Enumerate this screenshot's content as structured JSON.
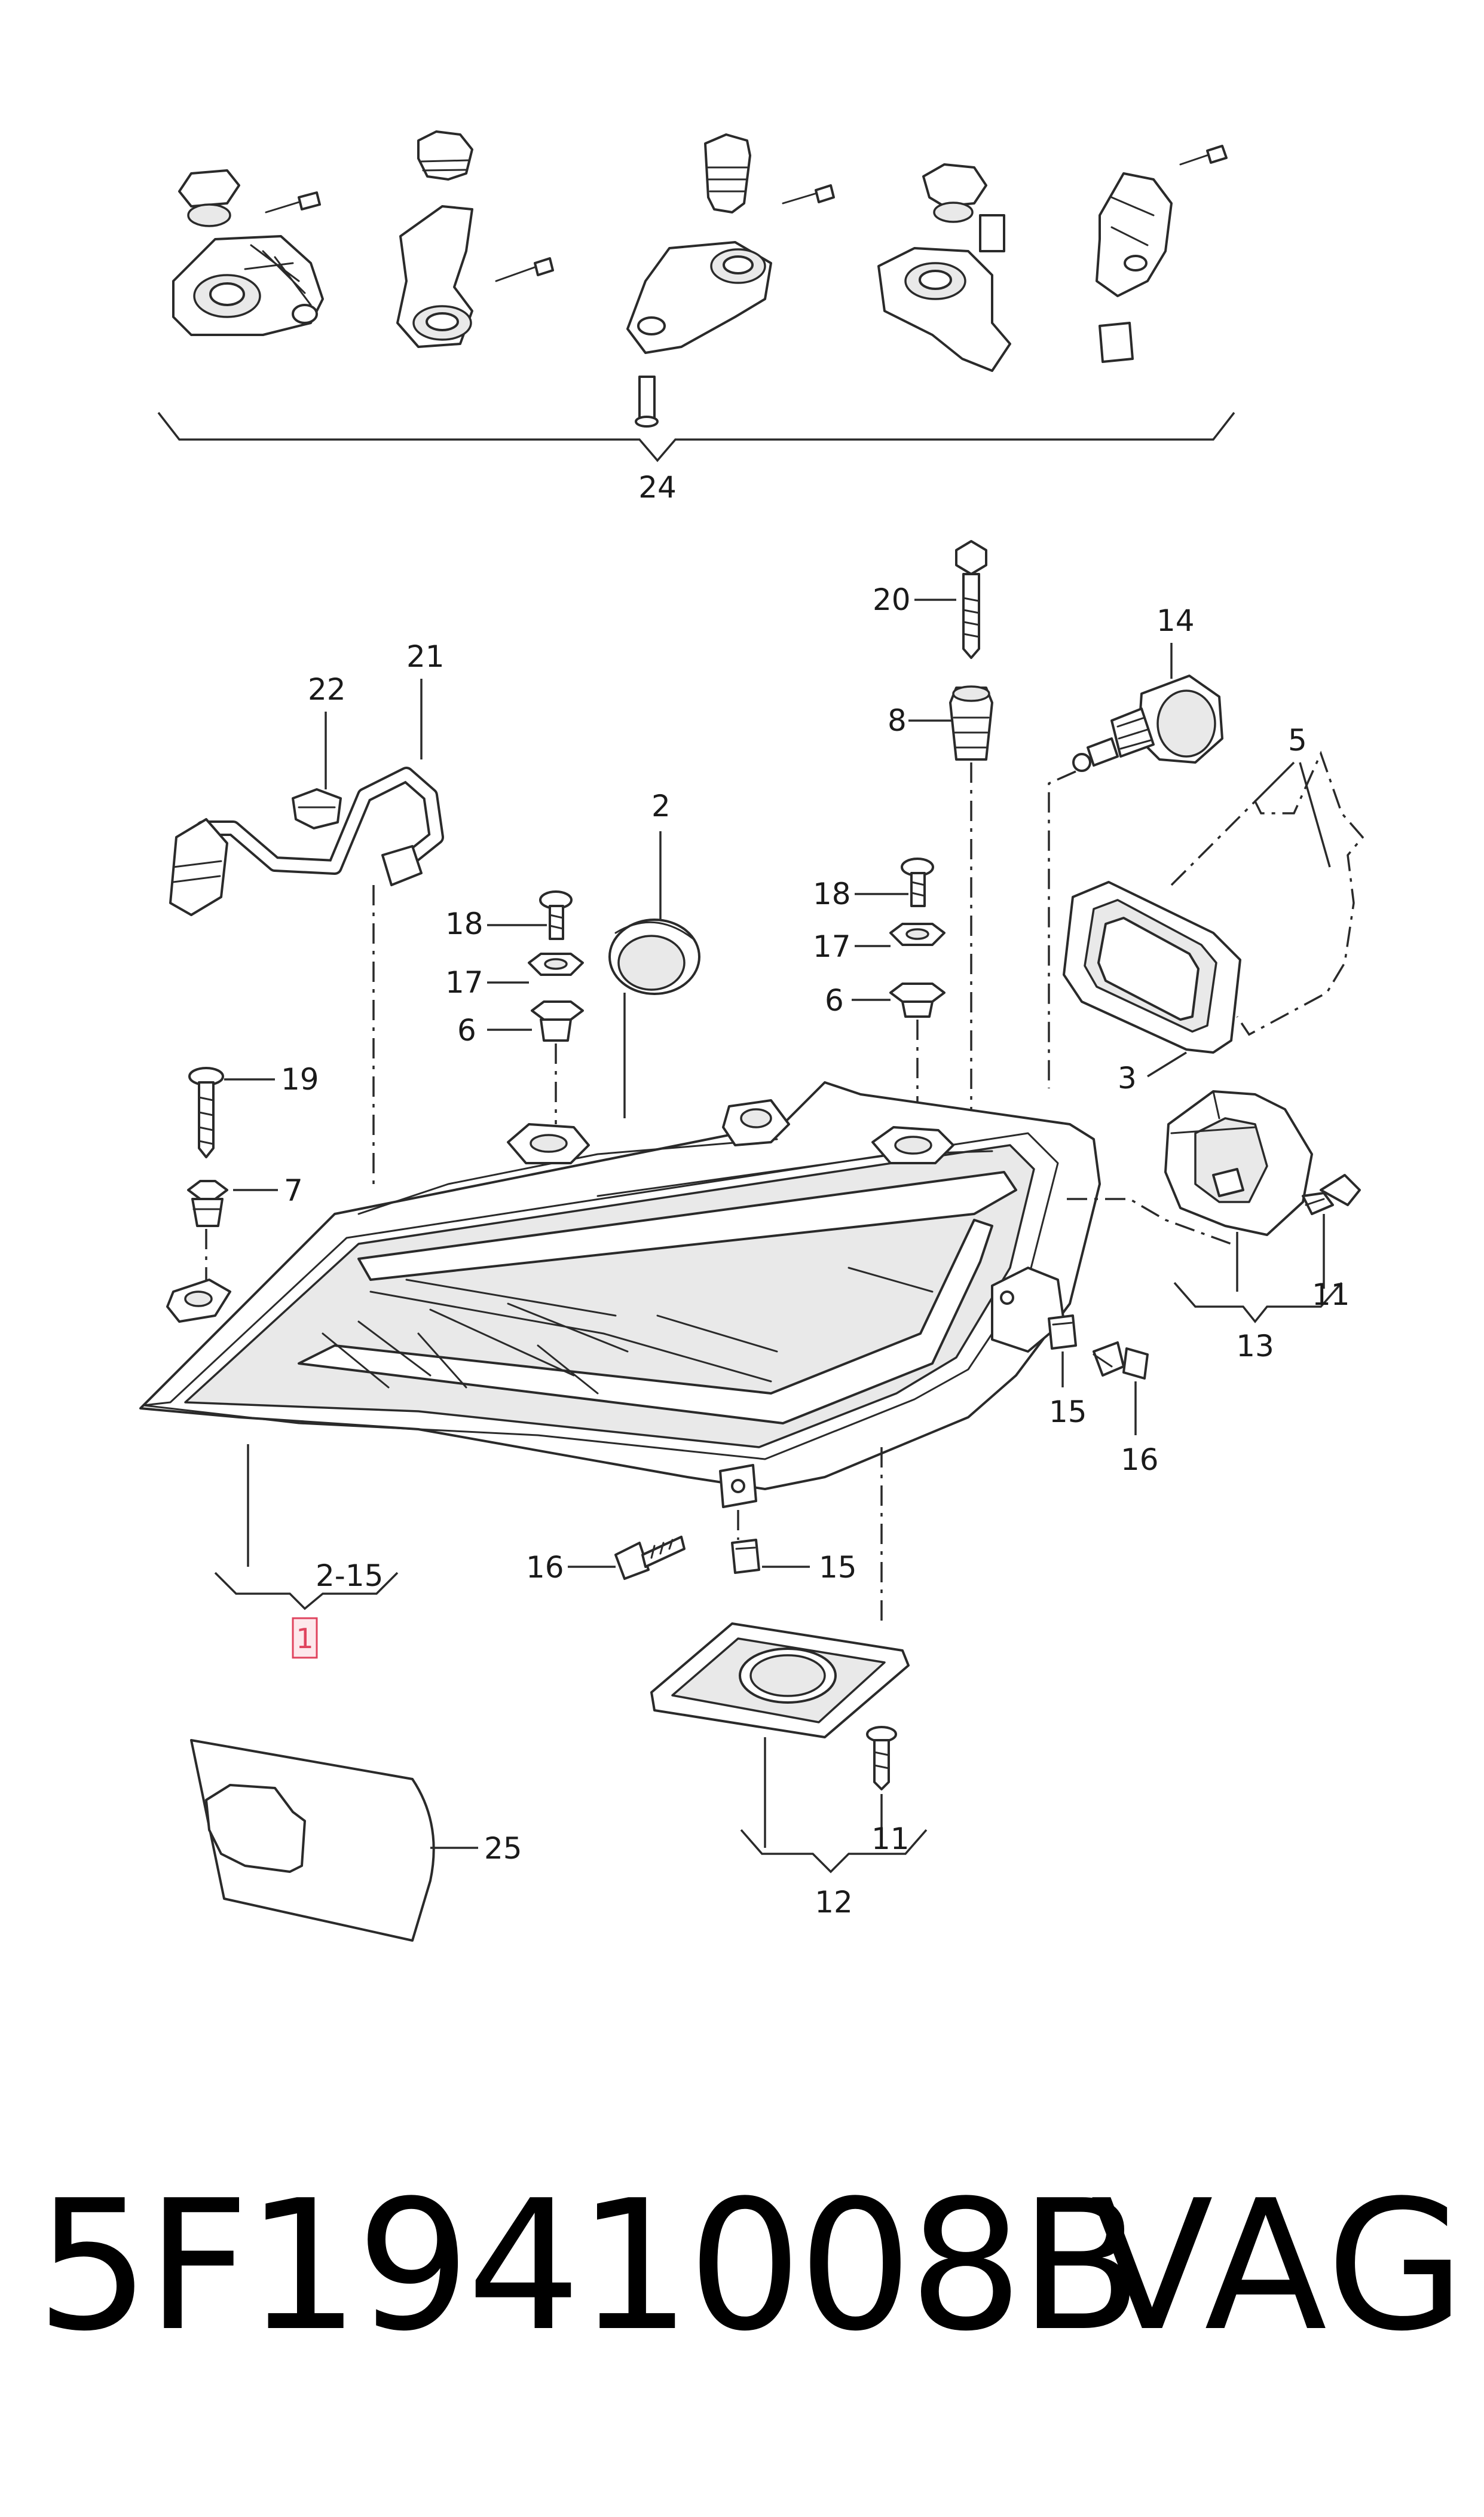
{
  "callouts": {
    "c24": "24",
    "c20": "20",
    "c14": "14",
    "c21": "21",
    "c22": "22",
    "c8": "8",
    "c5": "5",
    "c2": "2",
    "c18a": "18",
    "c17a": "17",
    "c6a": "6",
    "c18b": "18",
    "c17b": "17",
    "c6b": "6",
    "c3": "3",
    "c19": "19",
    "c7": "7",
    "c11a": "11",
    "c13": "13",
    "c15a": "15",
    "c16a": "16",
    "c16b": "16",
    "c15b": "15",
    "c2_15": "2-15",
    "c1": "1",
    "c25": "25",
    "c11b": "11",
    "c12": "12"
  },
  "caption": {
    "part_number": "5F1941008B",
    "brand": "VAG"
  }
}
